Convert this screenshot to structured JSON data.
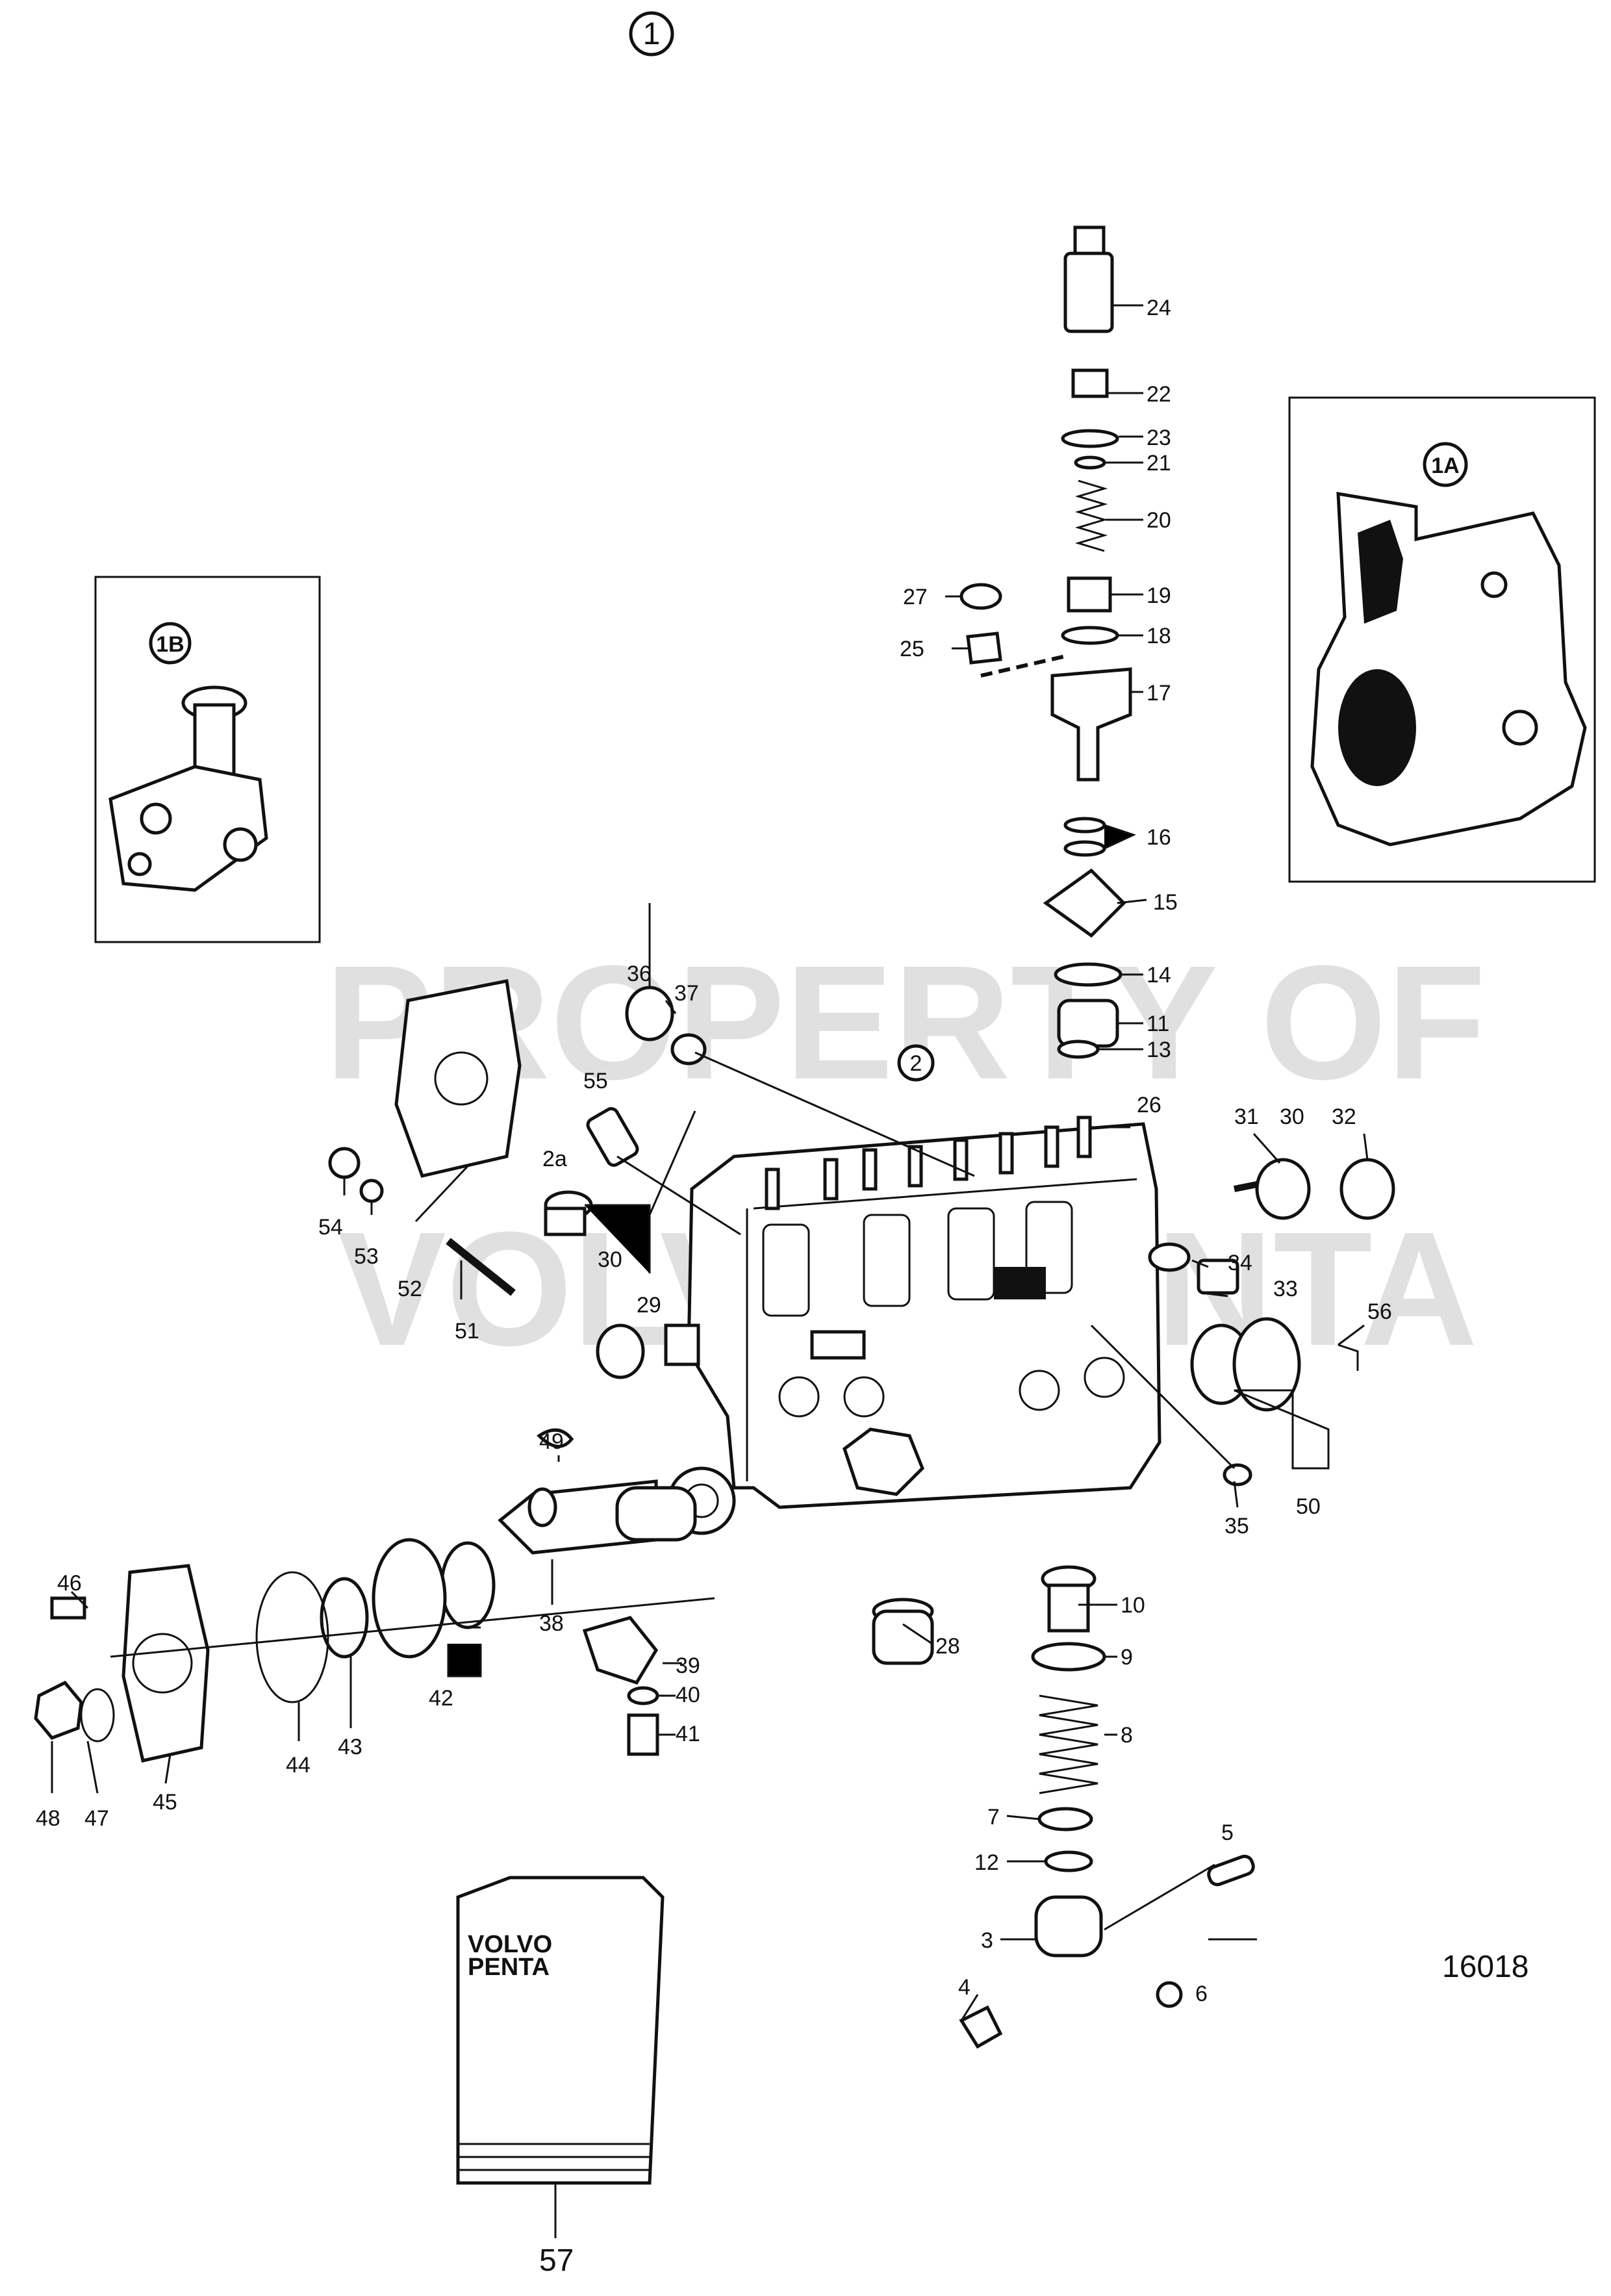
{
  "diagram": {
    "group_number": "1",
    "figure_number": "16018",
    "inset_1a_label": "1A",
    "inset_1b_label": "1B",
    "watermark_line1": "PROPERTY OF",
    "watermark_line2": "VOLVO PENTA",
    "manual_cover": {
      "line1": "VOLVO",
      "line2": "PENTA"
    },
    "labels": {
      "p2": "2",
      "p2a": "2a",
      "p3": "3",
      "p4": "4",
      "p5": "5",
      "p6": "6",
      "p7": "7",
      "p8": "8",
      "p9": "9",
      "p10": "10",
      "p11": "11",
      "p12": "12",
      "p13": "13",
      "p14": "14",
      "p15": "15",
      "p16": "16",
      "p17": "17",
      "p18": "18",
      "p19": "19",
      "p20": "20",
      "p21": "21",
      "p22": "22",
      "p23": "23",
      "p24": "24",
      "p25": "25",
      "p26": "26",
      "p27": "27",
      "p28": "28",
      "p29": "29",
      "p30a": "30",
      "p30b": "30",
      "p31": "31",
      "p32": "32",
      "p33": "33",
      "p34": "34",
      "p35": "35",
      "p36": "36",
      "p37": "37",
      "p38": "38",
      "p39": "39",
      "p40": "40",
      "p41": "41",
      "p42": "42",
      "p43": "43",
      "p44": "44",
      "p45": "45",
      "p46": "46",
      "p47": "47",
      "p48": "48",
      "p49": "49",
      "p50": "50",
      "p51": "51",
      "p52": "52",
      "p53": "53",
      "p54": "54",
      "p55": "55",
      "p56": "56",
      "p57": "57"
    }
  }
}
